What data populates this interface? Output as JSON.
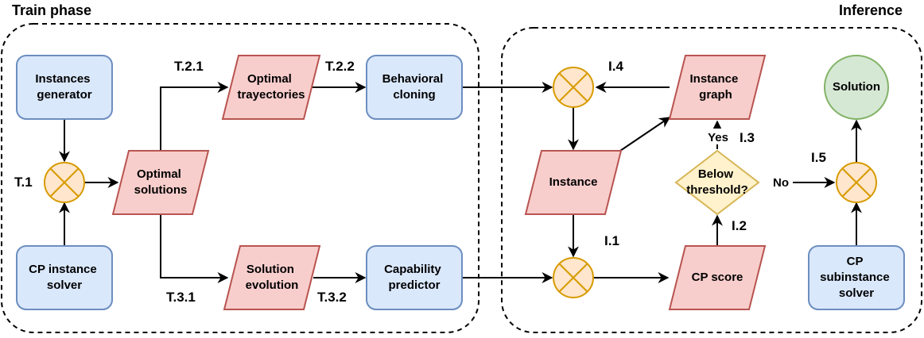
{
  "groups": {
    "train": "Train phase",
    "inference": "Inference"
  },
  "nodes": {
    "instances_generator": [
      "Instances",
      "generator"
    ],
    "cp_instance_solver": [
      "CP instance",
      "solver"
    ],
    "optimal_solutions": [
      "Optimal",
      "solutions"
    ],
    "optimal_trajectories": [
      "Optimal",
      "trayectories"
    ],
    "solution_evolution": [
      "Solution",
      "evolution"
    ],
    "behavioral_cloning": [
      "Behavioral",
      "cloning"
    ],
    "capability_predictor": [
      "Capability",
      "predictor"
    ],
    "instance": [
      "Instance"
    ],
    "instance_graph": [
      "Instance",
      "graph"
    ],
    "cp_score": [
      "CP score"
    ],
    "below_threshold": [
      "Below",
      "threshold?"
    ],
    "solution": [
      "Solution"
    ],
    "cp_subinstance_solver": [
      "CP",
      "subinstance",
      "solver"
    ]
  },
  "steps": {
    "t1": "T.1",
    "t21": "T.2.1",
    "t22": "T.2.2",
    "t31": "T.3.1",
    "t32": "T.3.2",
    "i1": "I.1",
    "i2": "I.2",
    "i3": "I.3",
    "i4": "I.4",
    "i5": "I.5"
  },
  "edge_labels": {
    "yes": "Yes",
    "no": "No"
  },
  "colors": {
    "process_fill": "#dae8fc",
    "process_stroke": "#6c8ebf",
    "data_fill": "#f8cecc",
    "data_stroke": "#b85450",
    "decision_fill": "#fff2cc",
    "decision_stroke": "#d6b656",
    "merge_fill": "#ffe6cc",
    "merge_stroke": "#d79b00",
    "result_fill": "#d5e8d4",
    "result_stroke": "#82b366"
  }
}
